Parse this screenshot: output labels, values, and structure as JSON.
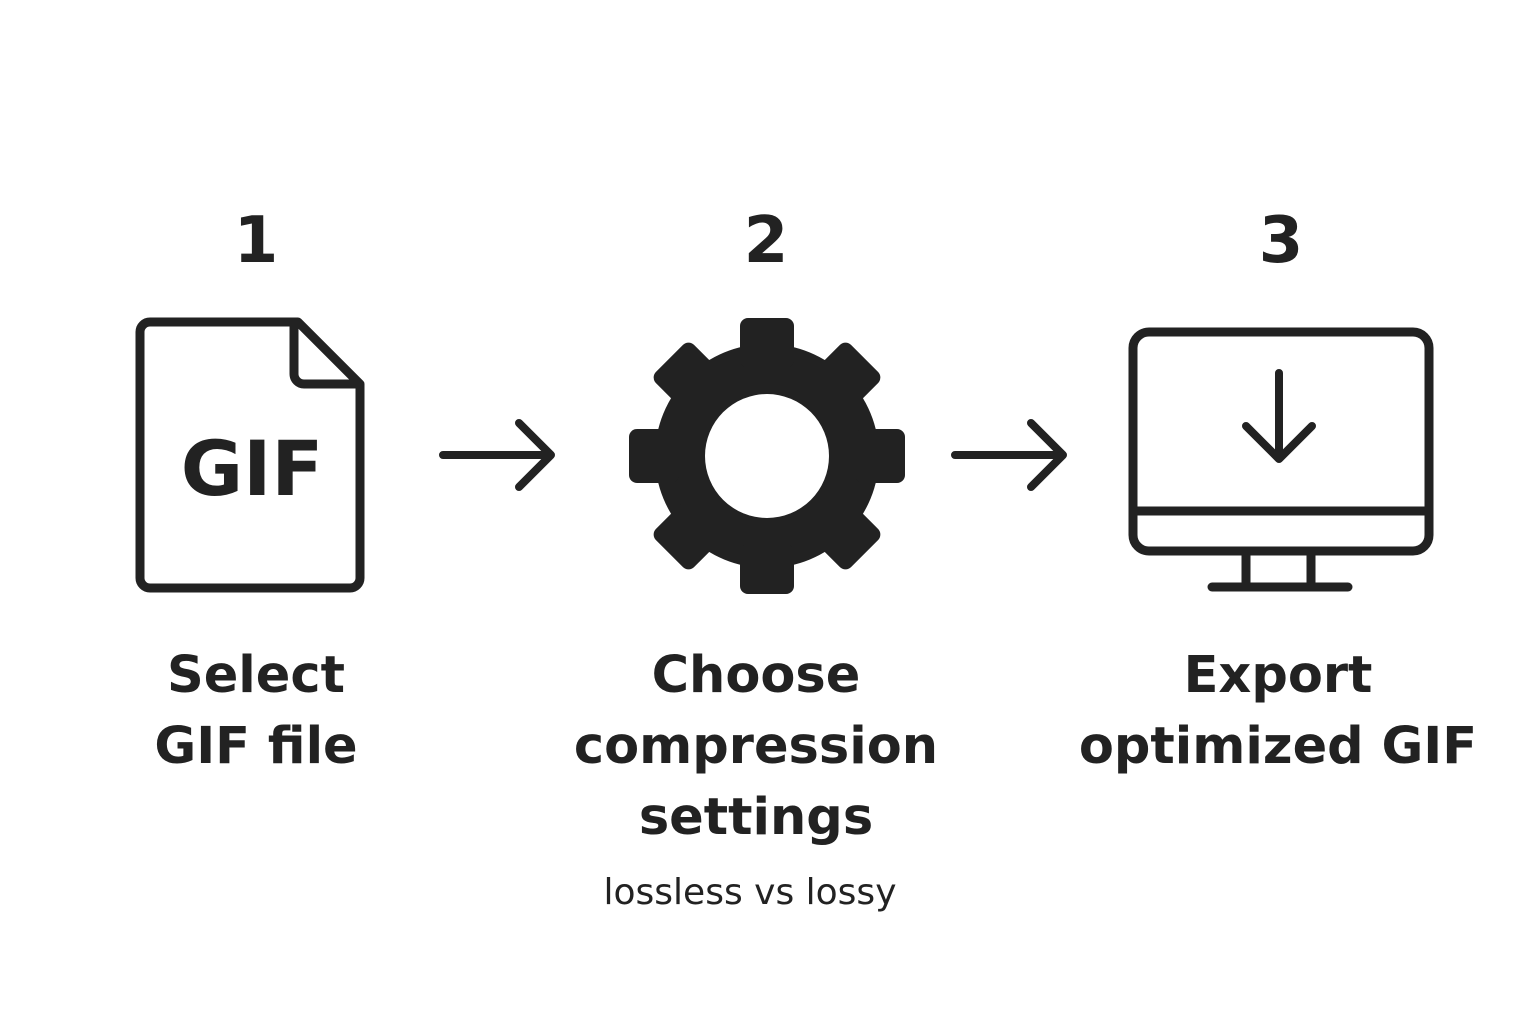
{
  "colors": {
    "ink": "#222222",
    "background": "#ffffff"
  },
  "steps": [
    {
      "number": "1",
      "icon": "gif-file-icon",
      "icon_text": "GIF",
      "label_lines": [
        "Select",
        "GIF file"
      ]
    },
    {
      "number": "2",
      "icon": "gear-icon",
      "label_lines": [
        "Choose",
        "compression",
        "settings"
      ],
      "note": "lossless vs lossy"
    },
    {
      "number": "3",
      "icon": "monitor-download-icon",
      "label_lines": [
        "Export",
        "optimized GIF"
      ]
    }
  ],
  "connectors": [
    "arrow-right-icon",
    "arrow-right-icon"
  ]
}
